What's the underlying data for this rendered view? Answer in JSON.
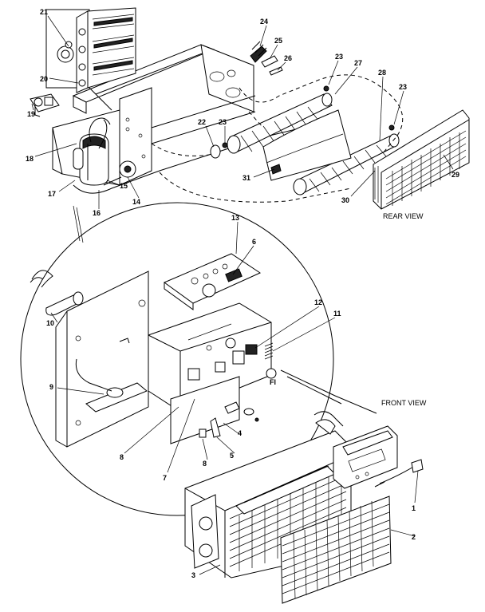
{
  "view_labels": {
    "rear": "REAR VIEW",
    "front": "FRONT VIEW"
  },
  "callouts": {
    "c1": "1",
    "c2": "2",
    "c3": "3",
    "c4": "4",
    "c5": "5",
    "c6": "6",
    "c7": "7",
    "c8a": "8",
    "c8b": "8",
    "c9": "9",
    "c10": "10",
    "c11": "11",
    "c12": "12",
    "c13": "13",
    "c14": "14",
    "c15": "15",
    "c16": "16",
    "c17": "17",
    "c18": "18",
    "c19": "19",
    "c20": "20",
    "c21": "21",
    "c22": "22",
    "c23a": "23",
    "c23b": "23",
    "c23c": "23",
    "c24": "24",
    "c25": "25",
    "c26": "26",
    "c27": "27",
    "c28": "28",
    "c29": "29",
    "c30": "30",
    "c31": "31"
  },
  "panel_marking": "Fl"
}
